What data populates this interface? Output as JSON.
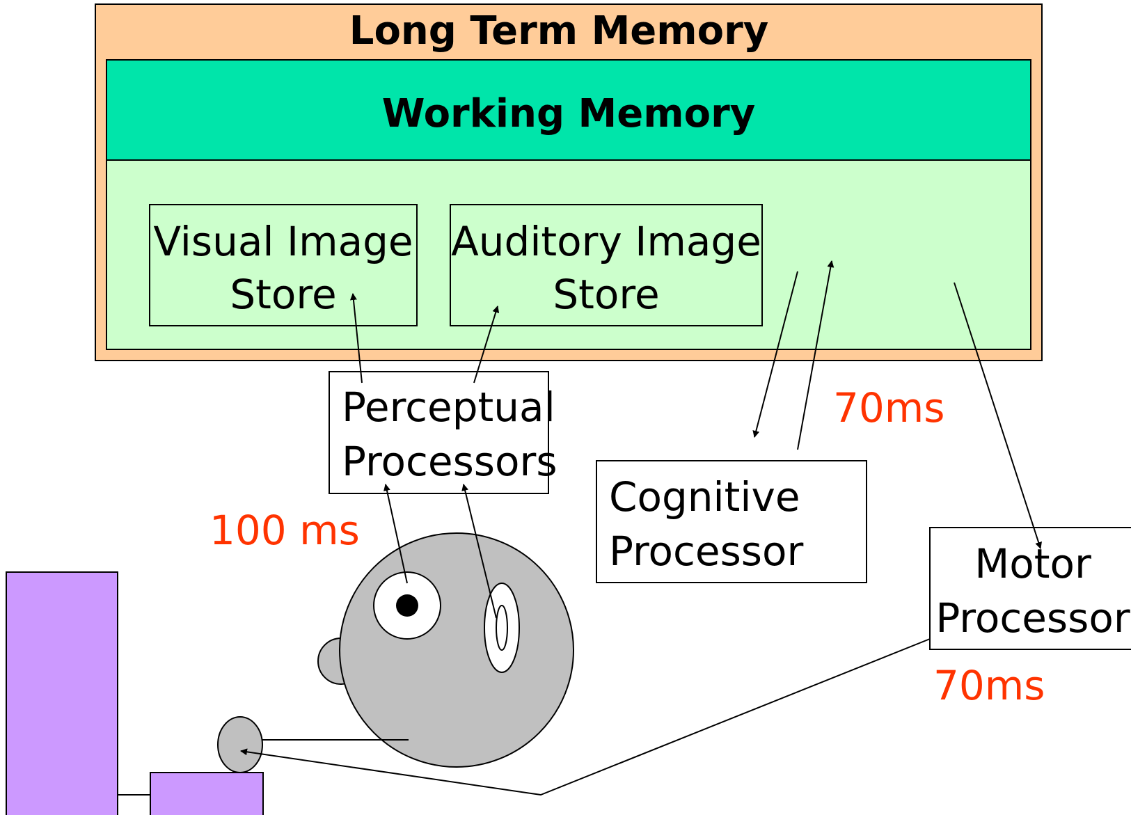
{
  "diagram": {
    "long_term_memory": {
      "label": "Long Term Memory",
      "fill": "#FFCC99"
    },
    "working_memory": {
      "label": "Working Memory",
      "header_fill": "#00E5AA",
      "body_fill": "#CCFFCC"
    },
    "visual_image_store": {
      "line1": "Visual Image",
      "line2": "Store"
    },
    "auditory_image_store": {
      "line1": "Auditory Image",
      "line2": "Store"
    },
    "perceptual_processors": {
      "line1": "Perceptual",
      "line2": "Processors"
    },
    "cognitive_processor": {
      "line1": "Cognitive",
      "line2": "Processor"
    },
    "motor_processor": {
      "line1": "Motor",
      "line2": "Processor"
    },
    "timings": {
      "perceptual": "100 ms",
      "cognitive": "70ms",
      "motor": "70ms",
      "color": "#FF3300"
    },
    "person": {
      "head_fill": "#C0C0C0"
    },
    "computer": {
      "fill": "#CC99FF"
    }
  }
}
